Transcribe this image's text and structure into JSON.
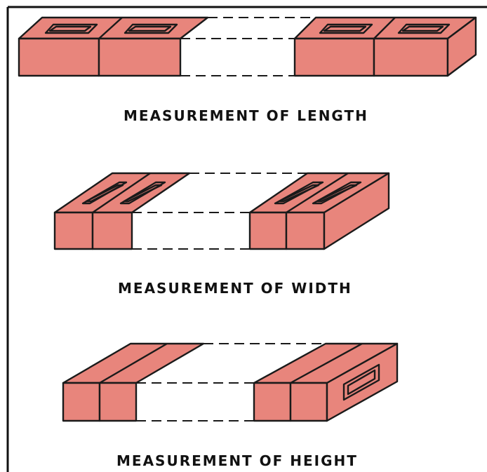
{
  "captions": {
    "length": "MEASUREMENT OF LENGTH",
    "width": "MEASUREMENT OF WIDTH",
    "height": "MEASUREMENT OF HEIGHT"
  },
  "colors": {
    "brick": "#e8857c",
    "outline": "#1a1a1a",
    "background": "#ffffff"
  }
}
